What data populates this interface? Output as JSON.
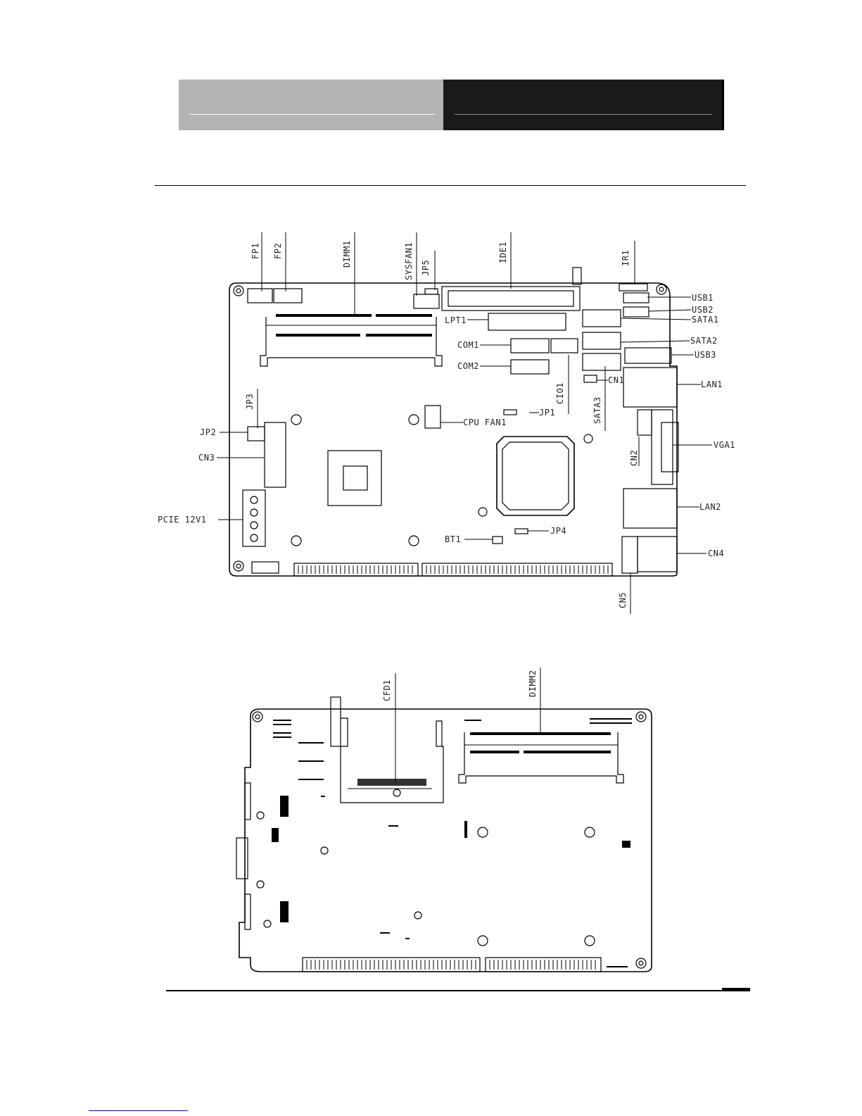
{
  "top_view": {
    "labels": {
      "fp1": "FP1",
      "fp2": "FP2",
      "dimm1": "DIMM1",
      "sysfan1": "SYSFAN1",
      "jp5": "JP5",
      "ide1": "IDE1",
      "ir1": "IR1",
      "usb1": "USB1",
      "usb2": "USB2",
      "sata1": "SATA1",
      "lpt1": "LPT1",
      "com1": "COM1",
      "sata2": "SATA2",
      "usb3": "USB3",
      "com2": "COM2",
      "cn1": "CN1",
      "lan1": "LAN1",
      "jp3": "JP3",
      "cio1": "CIO1",
      "sata3": "SATA3",
      "jp1": "JP1",
      "cpu_fan1": "CPU FAN1",
      "jp2": "JP2",
      "cn2": "CN2",
      "vga1": "VGA1",
      "cn3": "CN3",
      "pcie_12v1": "PCIE 12V1",
      "lan2": "LAN2",
      "bt1": "BT1",
      "jp4": "JP4",
      "cn4": "CN4",
      "cn5": "CN5"
    }
  },
  "bottom_view": {
    "labels": {
      "cfd1": "CFD1",
      "dimm2": "DIMM2"
    }
  }
}
